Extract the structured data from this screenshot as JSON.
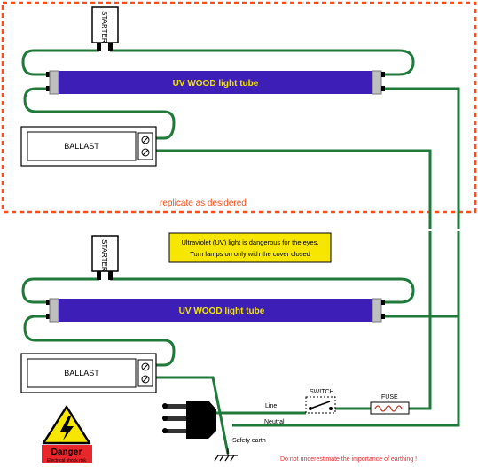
{
  "colors": {
    "wire": "#1f7a3a",
    "tube": "#3d1fb8",
    "tube_text": "#f2e600",
    "replicate_border": "#ff4d1a",
    "warning_bg": "#f7e600",
    "danger_red": "#e8262b",
    "note_red": "#e8262b"
  },
  "labels": {
    "starter": "STARTER",
    "tube": "UV WOOD light tube",
    "ballast": "BALLAST",
    "replicate": "replicate as desidered",
    "warning_line1": "Ultraviolet (UV) light is dangerous for the eyes.",
    "warning_line2": "Turn lamps on only with the cover closed",
    "switch": "SWITCH",
    "fuse": "FUSE",
    "line": "Line",
    "neutral": "Neutral",
    "safety_earth": "Safety earth",
    "danger": "Danger",
    "danger_sub": "Electrical shock risk",
    "earthing_note": "Do not underestimate the importance of earthing !"
  }
}
